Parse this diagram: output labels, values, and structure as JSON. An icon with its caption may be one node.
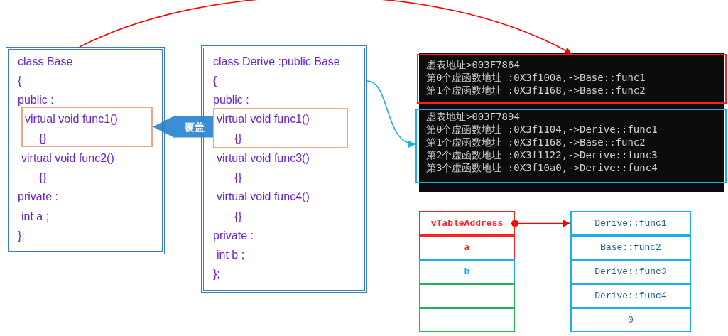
{
  "diagram": {
    "nodes": [
      {
        "text": [
          "class Base",
          "{",
          "public :",
          "virtual void func2()",
          "{}",
          "private :",
          "int a ;",
          "};"
        ]
      },
      {
        "text": [
          "virtual void func1()",
          "{}"
        ],
        "in": 0
      },
      {
        "text": [
          "class Derive :public Base",
          "{",
          "public :",
          "virtual void func3()",
          "{}",
          "virtual void func4()",
          "{}",
          "private :",
          "int b ;",
          "};"
        ]
      },
      {
        "text": [
          "virtual void func1()",
          "{}"
        ],
        "in": 2
      },
      {
        "text": [
          "虚表地址>003F7864",
          "第0个虚函数地址 :0X3f100a,->Base::func1",
          "第1个虚函数地址 :0X3f1168,->Base::func2"
        ]
      },
      {
        "text": [
          "虚表地址>003F7894",
          "第0个虚函数地址 :0X3f1104,->Derive::func1",
          "第1个虚函数地址 :0X3f1168,->Base::func2",
          "第2个虚函数地址 :0X3f1122,->Derive::func3",
          "第3个虚函数地址 :0X3f10a0,->Derive::func4"
        ]
      },
      {
        "text": [
          "vTableAddress"
        ]
      },
      {
        "text": [
          "a"
        ]
      },
      {
        "text": [
          "b"
        ]
      },
      {
        "text": [],
        "shape": "box"
      },
      {
        "text": [],
        "shape": "box"
      },
      {
        "text": [
          "Derive::func1"
        ]
      },
      {
        "text": [
          "Base::func2"
        ]
      },
      {
        "text": [
          "Derive::func3"
        ]
      },
      {
        "text": [
          "Derive::func4"
        ]
      },
      {
        "text": [
          "0"
        ]
      }
    ],
    "edges": [
      {
        "from": 0,
        "to": 4,
        "arrow": "to",
        "color": "#ff0000"
      },
      {
        "from": 2,
        "to": 5,
        "arrow": "to",
        "color": "#1aaeea"
      },
      {
        "from": 3,
        "to": 1,
        "arrow": "to",
        "label": "覆盖",
        "style": "thick",
        "color": "#3b8ed6"
      },
      {
        "from": 6,
        "to": 11,
        "arrow": "to",
        "color": "#ff0000"
      }
    ]
  }
}
